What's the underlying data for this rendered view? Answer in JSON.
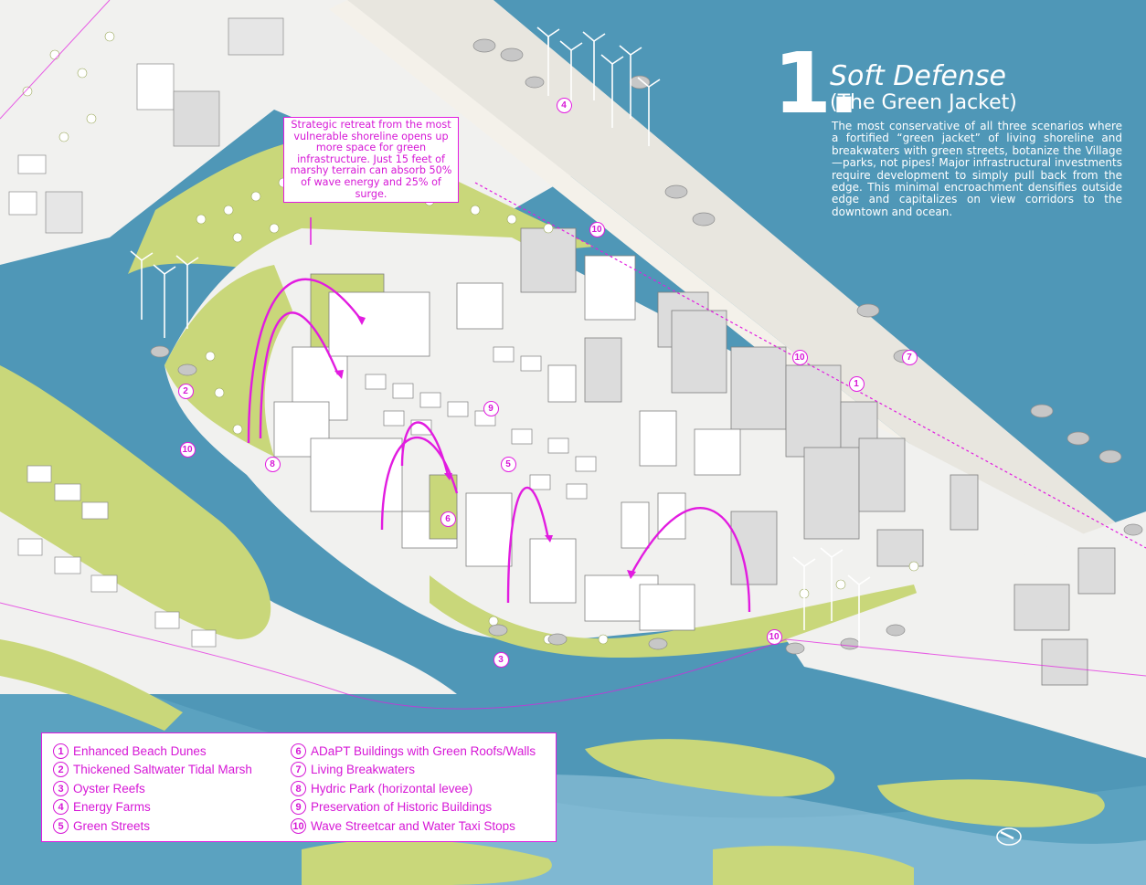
{
  "title": {
    "number": "1.",
    "main": "Soft Defense",
    "subtitle": "(The Green Jacket)",
    "description": "The most conservative of all three scenarios where a fortified “green jacket” of living shoreline and breakwaters with green streets, botanize the Village—parks, not pipes! Major infrastructural investments require development to simply pull back from the edge. This minimal encroachment densifies outside edge and capitalizes on view corridors to the downtown and ocean."
  },
  "callout": {
    "text": "Strategic retreat from the most vulnerable shoreline opens up more space for green infrastructure. Just 15 feet of marshy terrain can absorb 50% of wave energy and 25% of surge."
  },
  "legend": {
    "items": [
      {
        "num": "1",
        "label": "Enhanced Beach Dunes"
      },
      {
        "num": "2",
        "label": "Thickened Saltwater Tidal Marsh"
      },
      {
        "num": "3",
        "label": "Oyster Reefs"
      },
      {
        "num": "4",
        "label": "Energy Farms"
      },
      {
        "num": "5",
        "label": "Green Streets"
      },
      {
        "num": "6",
        "label": "ADaPT Buildings with Green Roofs/Walls"
      },
      {
        "num": "7",
        "label": "Living Breakwaters"
      },
      {
        "num": "8",
        "label": "Hydric Park (horizontal levee)"
      },
      {
        "num": "9",
        "label": "Preservation of Historic Buildings"
      },
      {
        "num": "10",
        "label": "Wave Streetcar and Water Taxi Stops"
      }
    ]
  },
  "map_markers": [
    {
      "num": "1"
    },
    {
      "num": "2"
    },
    {
      "num": "3"
    },
    {
      "num": "4"
    },
    {
      "num": "5"
    },
    {
      "num": "6"
    },
    {
      "num": "7"
    },
    {
      "num": "8"
    },
    {
      "num": "9"
    },
    {
      "num": "10"
    },
    {
      "num": "10"
    },
    {
      "num": "10"
    },
    {
      "num": "10"
    }
  ],
  "colors": {
    "water": "#4f97b7",
    "land": "#f1f1ef",
    "marsh_green": "#c9d77a",
    "building": "#ffffff",
    "tower": "#dcdcdc",
    "accent_magenta": "#e21ce0"
  },
  "icons": {
    "compass": "north-arrow-icon",
    "wind_turbine": "wind-turbine-icon"
  }
}
